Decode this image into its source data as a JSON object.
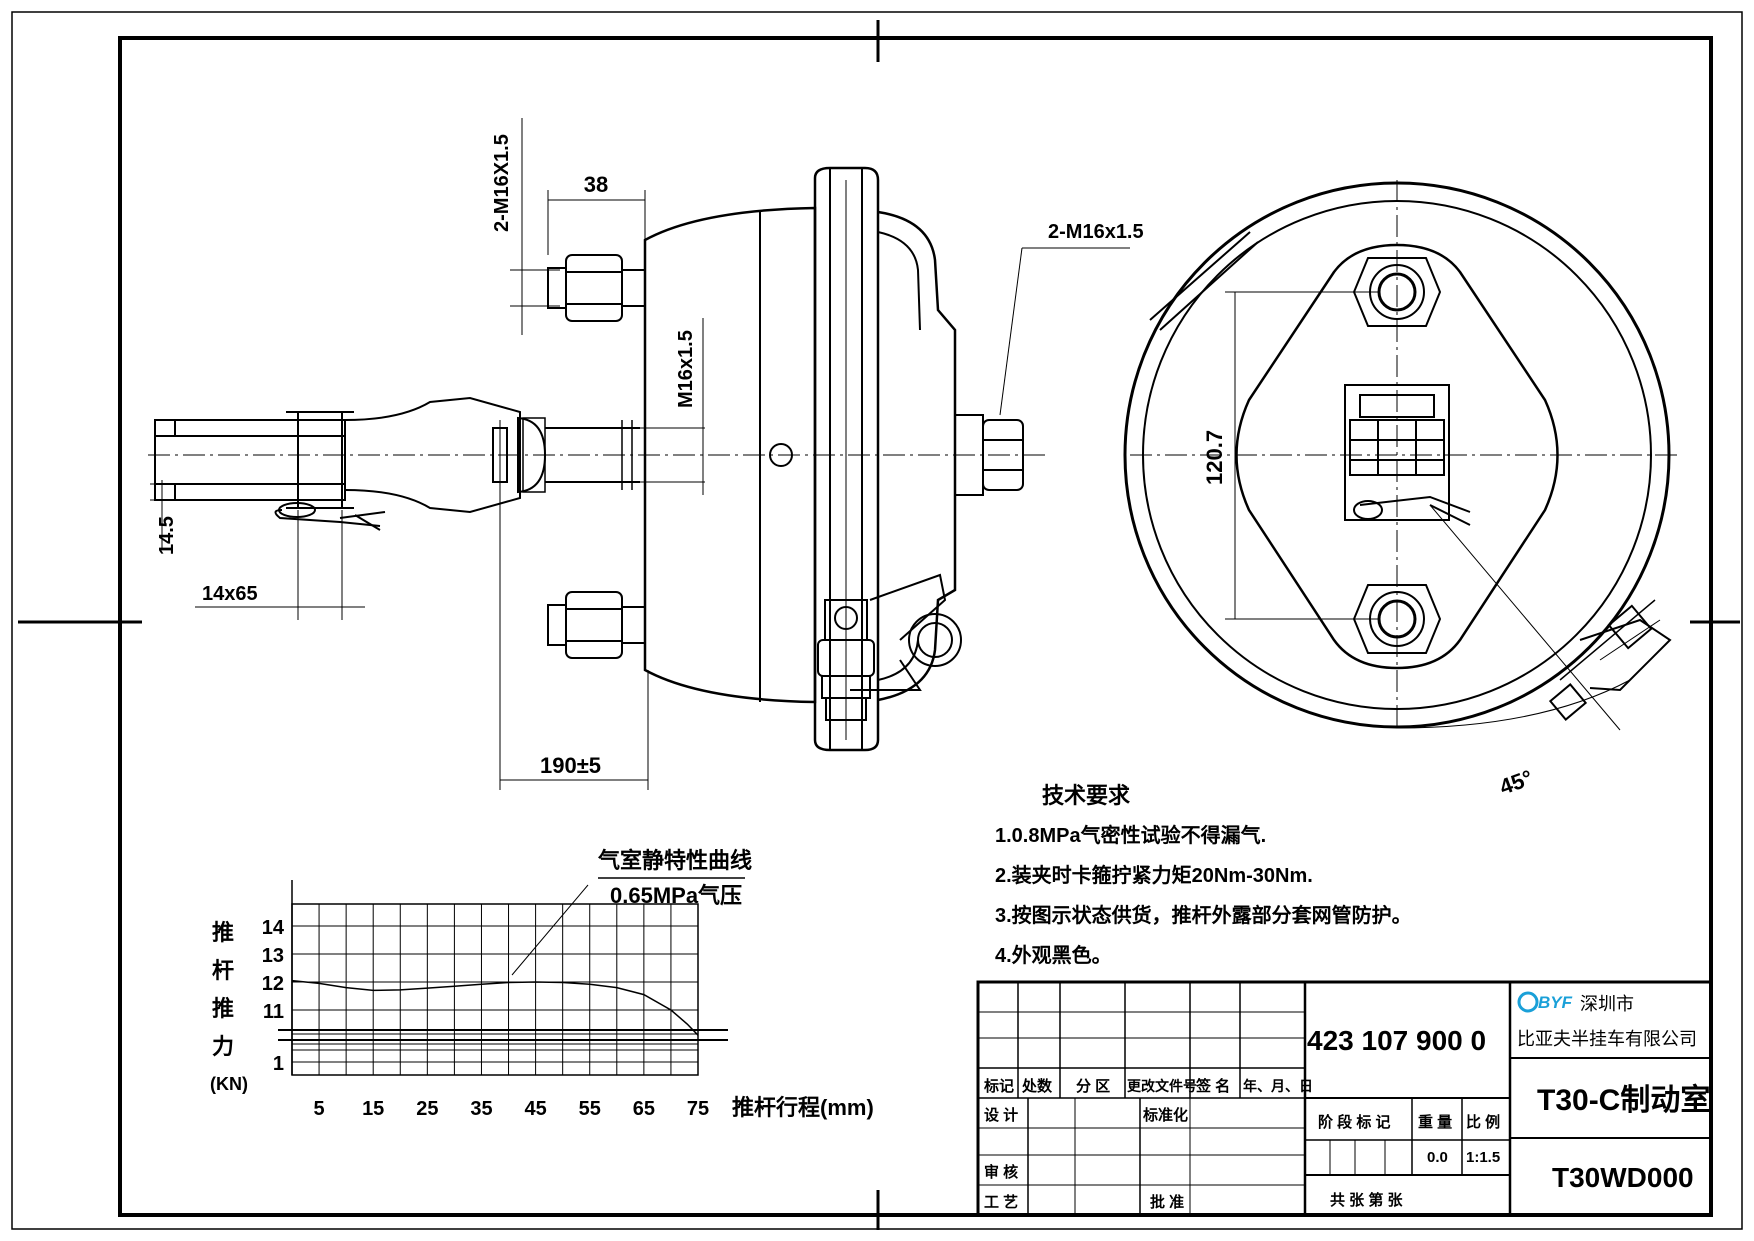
{
  "dims": {
    "m16_pair_v": "2-M16X1.5",
    "d38": "38",
    "m16_right": "2-M16x1.5",
    "m16_mid": "M16x1.5",
    "d14_5": "14.5",
    "d14x65": "14x65",
    "d190": "190±5",
    "d120_7": "120.7",
    "angle45": "45°"
  },
  "tech": {
    "title": "技术要求",
    "items": [
      "1.0.8MPa气密性试验不得漏气.",
      "2.装夹时卡箍拧紧力矩20Nm-30Nm.",
      "3.按图示状态供货，推杆外露部分套网管防护。",
      "4.外观黑色。"
    ]
  },
  "curve": {
    "title": "气室静特性曲线",
    "pressure": "0.65MPa气压",
    "ylabel": [
      "推",
      "杆",
      "推",
      "力",
      "(KN)"
    ],
    "xlabel": "推杆行程(mm)"
  },
  "chart_data": {
    "type": "line",
    "title": "气室静特性曲线",
    "xlabel": "推杆行程(mm)",
    "ylabel": "推杆推力(KN)",
    "x_ticks": [
      "5",
      "15",
      "25",
      "35",
      "45",
      "55",
      "65",
      "75"
    ],
    "y_ticks": [
      "14",
      "13",
      "12",
      "11",
      "1"
    ],
    "grid": true,
    "series": [
      {
        "name": "0.65MPa气压",
        "x": [
          0,
          5,
          10,
          15,
          20,
          25,
          30,
          35,
          40,
          45,
          50,
          55,
          60,
          65,
          70,
          73,
          75
        ],
        "y": [
          12.05,
          11.95,
          11.8,
          11.7,
          11.72,
          11.78,
          11.85,
          11.92,
          11.98,
          12.0,
          11.98,
          11.92,
          11.8,
          11.55,
          11.0,
          10.5,
          10.1
        ]
      }
    ]
  },
  "title_block": {
    "code": "423 107 900 0",
    "company_city": "深圳市",
    "company_name": "比亚夫半挂车有限公司",
    "logo": "BYF",
    "product": "T30-C制动室",
    "drawing_no": "T30WD000",
    "headers": [
      "标记",
      "处数",
      "分 区",
      "更改文件号",
      "签 名",
      "年、月、日"
    ],
    "design": "设 计",
    "standard": "标准化",
    "stage": "阶 段 标 记",
    "weight_label": "重 量",
    "scale_label": "比 例",
    "weight": "0.0",
    "scale": "1:1.5",
    "review": "审 核",
    "process": "工 艺",
    "approve": "批 准",
    "sheets": "共   张  第   张"
  }
}
